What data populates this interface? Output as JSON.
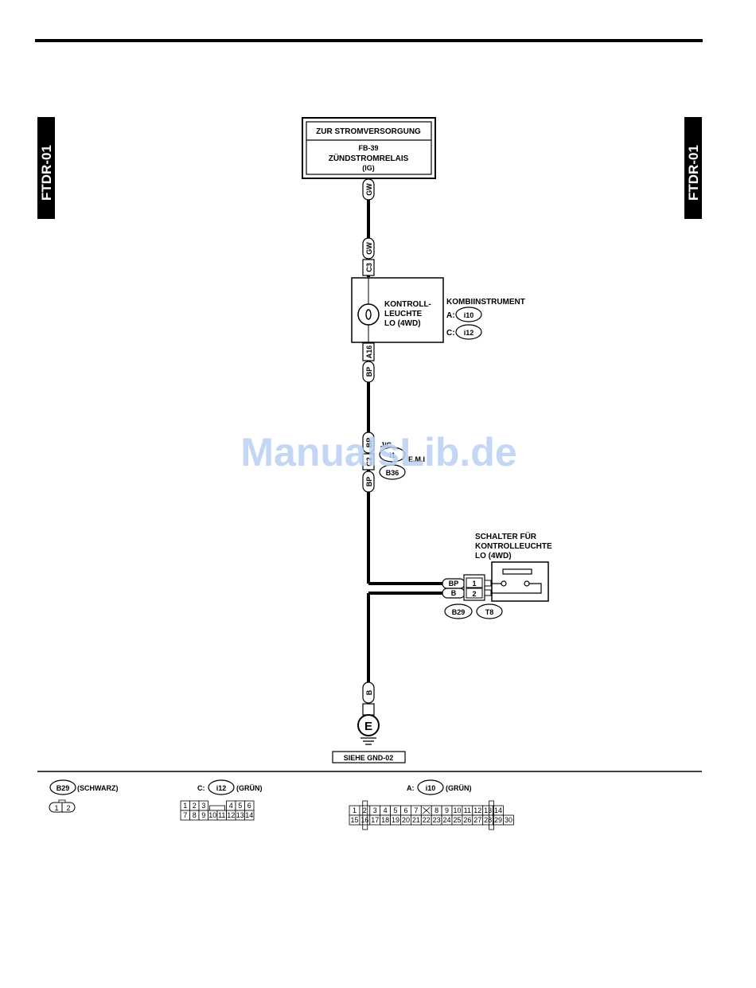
{
  "side_tab": "FTDR-01",
  "power_box": {
    "title": "ZUR STROMVERSORGUNG",
    "line1": "FB-39",
    "line2": "ZÜNDSTROMRELAIS",
    "line3": "(IG)"
  },
  "wires": {
    "gw_top": "GW",
    "gw_mid": "GW",
    "c3": "C3",
    "a16": "A16",
    "bp1": "BP",
    "bp2": "BP",
    "c2": "C2",
    "bp3": "BP",
    "bp_sw": "BP",
    "b_sw": "B",
    "b_gnd": "B"
  },
  "lamp": {
    "line1": "KONTROLL-",
    "line2": "LEUCHTE",
    "line3": "LO (4WD)"
  },
  "combi": {
    "title": "KOMBIINSTRUMENT",
    "a_prefix": "A:",
    "a_conn": "i10",
    "c_prefix": "C:",
    "c_conn": "i12"
  },
  "joint": {
    "i1": "i1",
    "b36": "B36",
    "jc": "J/C",
    "emi": "E.M.I"
  },
  "switch": {
    "line1": "SCHALTER FÜR",
    "line2": "KONTROLLEUCHTE",
    "line3": "LO (4WD)",
    "pin1": "1",
    "pin2": "2",
    "conn1": "B29",
    "conn2": "T8"
  },
  "ground": {
    "symbol": "E",
    "label": "SIEHE GND-02"
  },
  "watermark": "ManualsLib.de",
  "legend": {
    "b29": {
      "conn": "B29",
      "color": "(SCHWARZ)",
      "pins": [
        "1",
        "2"
      ]
    },
    "i12": {
      "prefix": "C:",
      "conn": "i12",
      "color": "(GRÜN)",
      "row1": [
        "1",
        "2",
        "3",
        "",
        "4",
        "5",
        "6"
      ],
      "row2": [
        "7",
        "8",
        "9",
        "10",
        "11",
        "12",
        "13",
        "14"
      ]
    },
    "i10": {
      "prefix": "A:",
      "conn": "i10",
      "color": "(GRÜN)",
      "row1": [
        "1",
        "2",
        "3",
        "4",
        "5",
        "6",
        "7",
        "",
        "8",
        "9",
        "10",
        "11",
        "12",
        "13",
        "14"
      ],
      "row2": [
        "15",
        "16",
        "17",
        "18",
        "19",
        "20",
        "21",
        "22",
        "23",
        "24",
        "25",
        "26",
        "27",
        "28",
        "29",
        "30"
      ]
    }
  }
}
